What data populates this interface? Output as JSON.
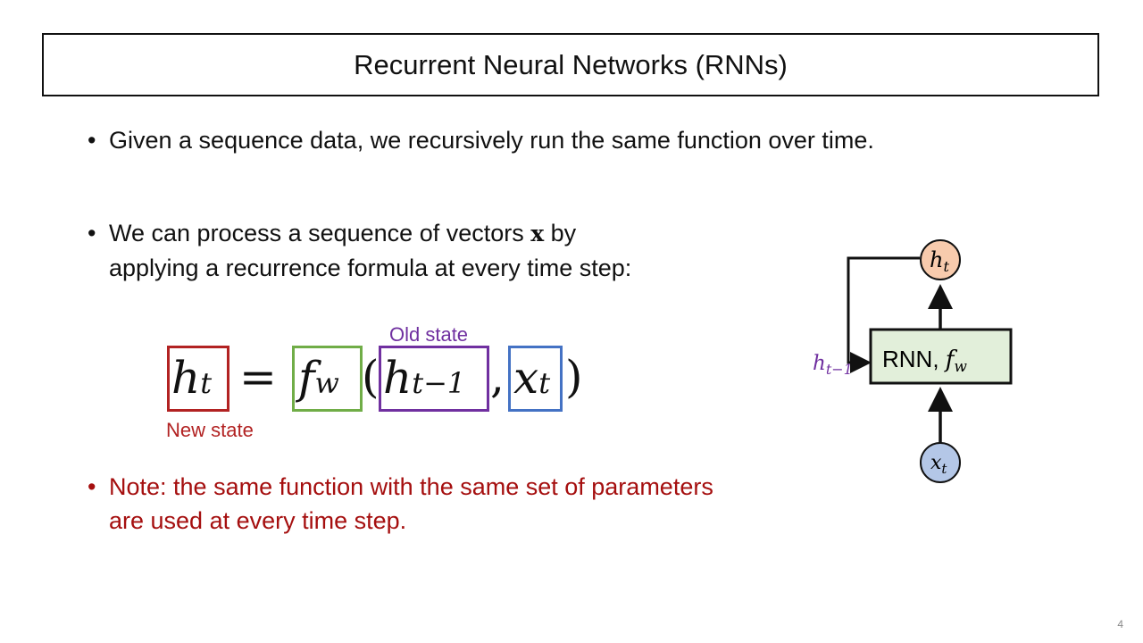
{
  "slide": {
    "title": "Recurrent Neural Networks (RNNs)",
    "page_number": "4"
  },
  "bullets": [
    {
      "marker": "•",
      "text": "Given a sequence data, we recursively run the same function over time."
    },
    {
      "marker": "•",
      "line1_a": "We can process a sequence of vectors ",
      "line1_bold": "x",
      "line1_b": " by",
      "line2": "applying a recurrence formula at every time step:"
    },
    {
      "marker": "•",
      "line1": "Note: the same function with the same set of parameters",
      "line2": "are used at every time step."
    }
  ],
  "equation": {
    "lhs": "h",
    "lhs_sub": "t",
    "equals": "=",
    "func": "f",
    "func_sub": "w",
    "open_paren": "(",
    "arg1": "h",
    "arg1_sub": "t−1",
    "comma": ",",
    "arg2": "x",
    "arg2_sub": "t",
    "close_paren": ")",
    "label_new": "New state",
    "label_old": "Old state",
    "colors": {
      "new_state": "#b22222",
      "function": "#70ad47",
      "old_state": "#7030a0",
      "input": "#4472c4"
    }
  },
  "diagram": {
    "output_node": {
      "label": "h",
      "sub": "t",
      "fill": "#f8cbad"
    },
    "rnn_block": {
      "label": "RNN, ",
      "func": "f",
      "func_sub": "w",
      "fill": "#e2efda"
    },
    "input_node": {
      "label": "x",
      "sub": "t",
      "fill": "#b4c7e7"
    },
    "recurrent_label": {
      "label": "h",
      "sub": "t−1",
      "color": "#7030a0"
    }
  }
}
